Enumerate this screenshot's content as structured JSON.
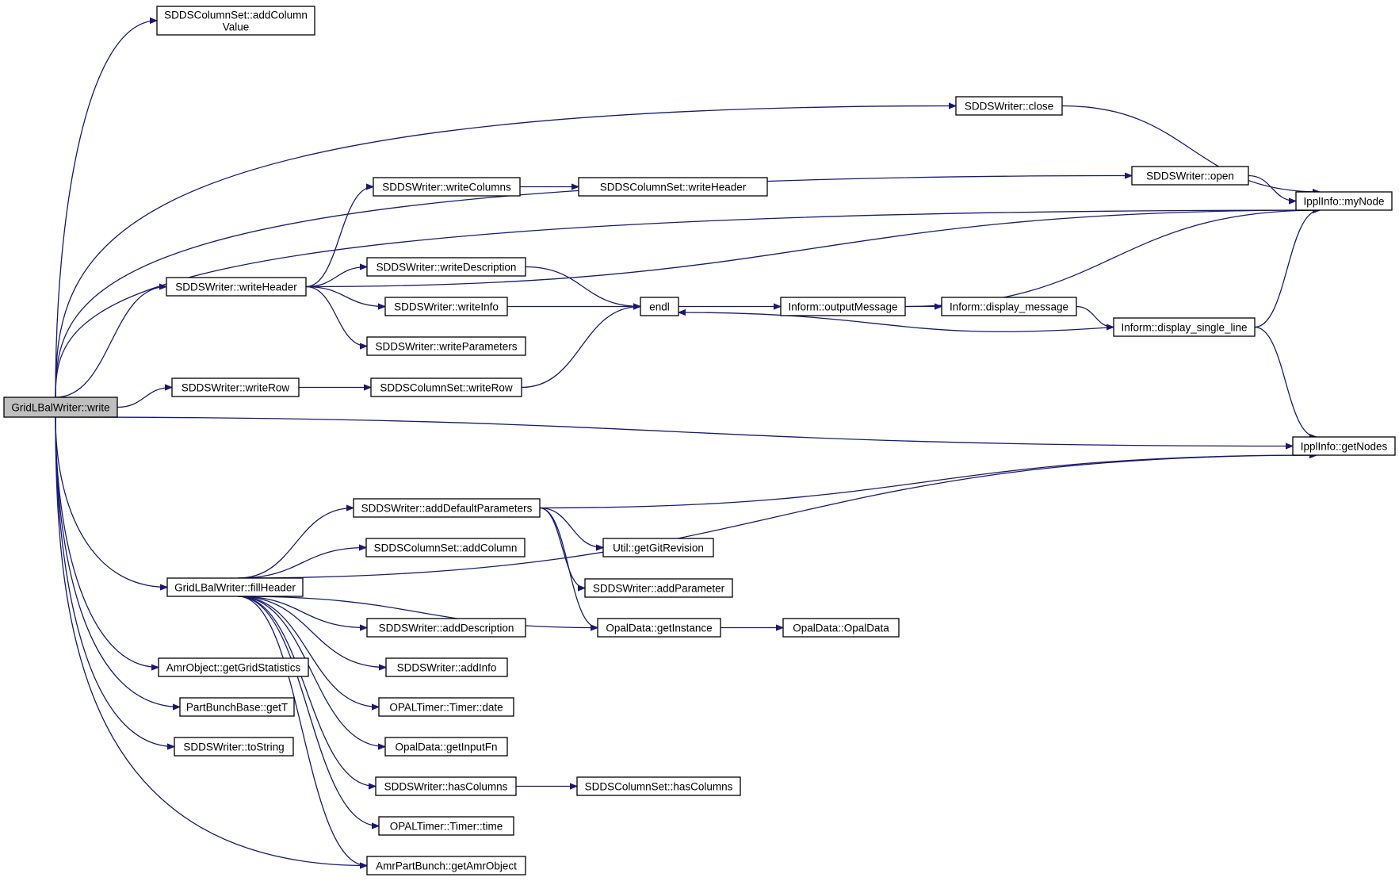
{
  "colors": {
    "edge": "#191970",
    "root_fill": "#bfbfbf",
    "node_fill": "#ffffff",
    "border": "#000000"
  },
  "nodes": [
    {
      "id": "n0",
      "lines": [
        "GridLBalWriter::write"
      ],
      "root": true
    },
    {
      "id": "n1",
      "lines": [
        "SDDSColumnSet::addColumn",
        "Value"
      ]
    },
    {
      "id": "n2",
      "lines": [
        "IpplInfo::myNode"
      ]
    },
    {
      "id": "n3",
      "lines": [
        "SDDSWriter::close"
      ]
    },
    {
      "id": "n4",
      "lines": [
        "SDDSWriter::open"
      ]
    },
    {
      "id": "n5",
      "lines": [
        "SDDSWriter::writeColumns"
      ]
    },
    {
      "id": "n6",
      "lines": [
        "SDDSColumnSet::writeHeader"
      ]
    },
    {
      "id": "n7",
      "lines": [
        "SDDSWriter::writeHeader"
      ]
    },
    {
      "id": "n8",
      "lines": [
        "SDDSWriter::writeDescription"
      ]
    },
    {
      "id": "n9",
      "lines": [
        "SDDSWriter::writeInfo"
      ]
    },
    {
      "id": "n10",
      "lines": [
        "SDDSWriter::writeParameters"
      ]
    },
    {
      "id": "n11",
      "lines": [
        "endl"
      ]
    },
    {
      "id": "n12",
      "lines": [
        "Inform::outputMessage"
      ]
    },
    {
      "id": "n13",
      "lines": [
        "Inform::display_message"
      ]
    },
    {
      "id": "n14",
      "lines": [
        "Inform::display_single_line"
      ]
    },
    {
      "id": "n15",
      "lines": [
        "SDDSWriter::writeRow"
      ]
    },
    {
      "id": "n16",
      "lines": [
        "SDDSColumnSet::writeRow"
      ]
    },
    {
      "id": "n17",
      "lines": [
        "IpplInfo::getNodes"
      ]
    },
    {
      "id": "n18",
      "lines": [
        "SDDSWriter::addDefaultParameters"
      ]
    },
    {
      "id": "n19",
      "lines": [
        "SDDSColumnSet::addColumn"
      ]
    },
    {
      "id": "n20",
      "lines": [
        "Util::getGitRevision"
      ]
    },
    {
      "id": "n21",
      "lines": [
        "SDDSWriter::addParameter"
      ]
    },
    {
      "id": "n22",
      "lines": [
        "GridLBalWriter::fillHeader"
      ]
    },
    {
      "id": "n23",
      "lines": [
        "SDDSWriter::addDescription"
      ]
    },
    {
      "id": "n24",
      "lines": [
        "OpalData::getInstance"
      ]
    },
    {
      "id": "n25",
      "lines": [
        "OpalData::OpalData"
      ]
    },
    {
      "id": "n26",
      "lines": [
        "AmrObject::getGridStatistics"
      ]
    },
    {
      "id": "n27",
      "lines": [
        "SDDSWriter::addInfo"
      ]
    },
    {
      "id": "n28",
      "lines": [
        "PartBunchBase::getT"
      ]
    },
    {
      "id": "n29",
      "lines": [
        "OPALTimer::Timer::date"
      ]
    },
    {
      "id": "n30",
      "lines": [
        "SDDSWriter::toString"
      ]
    },
    {
      "id": "n31",
      "lines": [
        "OpalData::getInputFn"
      ]
    },
    {
      "id": "n32",
      "lines": [
        "SDDSWriter::hasColumns"
      ]
    },
    {
      "id": "n33",
      "lines": [
        "SDDSColumnSet::hasColumns"
      ]
    },
    {
      "id": "n34",
      "lines": [
        "OPALTimer::Timer::time"
      ]
    },
    {
      "id": "n35",
      "lines": [
        "AmrPartBunch::getAmrObject"
      ]
    }
  ],
  "edges": [
    [
      "n0",
      "n1"
    ],
    [
      "n0",
      "n2"
    ],
    [
      "n0",
      "n3"
    ],
    [
      "n0",
      "n4"
    ],
    [
      "n0",
      "n7"
    ],
    [
      "n0",
      "n15"
    ],
    [
      "n0",
      "n17"
    ],
    [
      "n0",
      "n22"
    ],
    [
      "n0",
      "n26"
    ],
    [
      "n0",
      "n28"
    ],
    [
      "n0",
      "n30"
    ],
    [
      "n0",
      "n35"
    ],
    [
      "n3",
      "n2"
    ],
    [
      "n4",
      "n2"
    ],
    [
      "n7",
      "n5"
    ],
    [
      "n7",
      "n2"
    ],
    [
      "n7",
      "n8"
    ],
    [
      "n7",
      "n9"
    ],
    [
      "n7",
      "n10"
    ],
    [
      "n5",
      "n6"
    ],
    [
      "n8",
      "n11"
    ],
    [
      "n9",
      "n11"
    ],
    [
      "n16",
      "n11"
    ],
    [
      "n11",
      "n12"
    ],
    [
      "n12",
      "n2"
    ],
    [
      "n12",
      "n13"
    ],
    [
      "n13",
      "n14"
    ],
    [
      "n14",
      "n11"
    ],
    [
      "n14",
      "n2"
    ],
    [
      "n14",
      "n17"
    ],
    [
      "n15",
      "n16"
    ],
    [
      "n22",
      "n17"
    ],
    [
      "n22",
      "n18"
    ],
    [
      "n22",
      "n19"
    ],
    [
      "n22",
      "n23"
    ],
    [
      "n22",
      "n24"
    ],
    [
      "n22",
      "n27"
    ],
    [
      "n22",
      "n29"
    ],
    [
      "n22",
      "n31"
    ],
    [
      "n22",
      "n32"
    ],
    [
      "n22",
      "n34"
    ],
    [
      "n22",
      "n35"
    ],
    [
      "n18",
      "n17"
    ],
    [
      "n18",
      "n20"
    ],
    [
      "n18",
      "n21"
    ],
    [
      "n18",
      "n24"
    ],
    [
      "n24",
      "n25"
    ],
    [
      "n32",
      "n33"
    ]
  ]
}
